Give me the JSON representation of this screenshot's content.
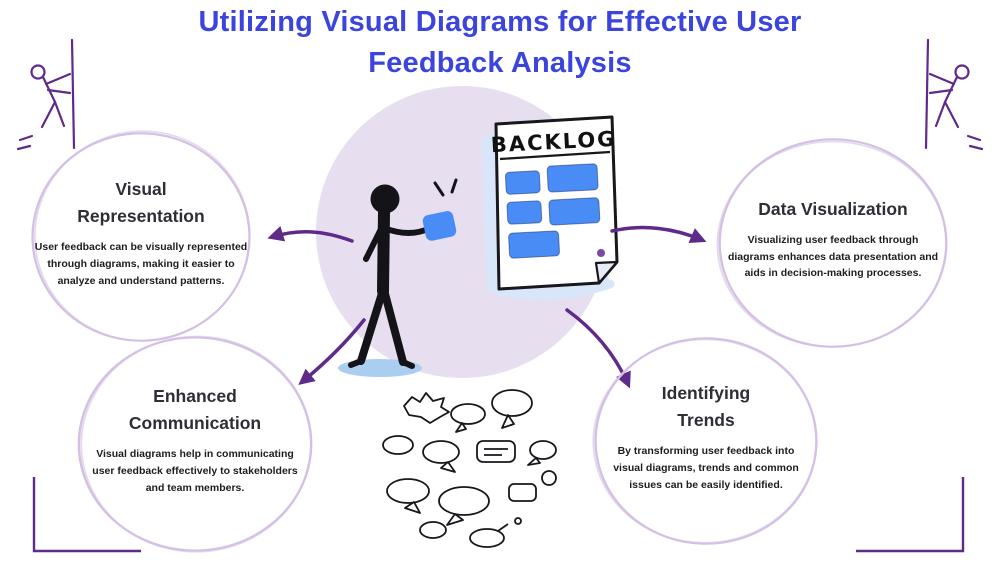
{
  "title": {
    "line1": "Utilizing Visual Diagrams for Effective User",
    "line2": "Feedback Analysis"
  },
  "center_illustration": {
    "backlog_label": "BACKLOG",
    "illustration": "person-holding-blue-sticky-note-beside-backlog-board",
    "doodles": [
      "corner-figure-top-left",
      "corner-figure-top-right",
      "speech-bubble-cluster",
      "corner-bracket-bottom-left",
      "corner-bracket-bottom-right"
    ]
  },
  "nodes": [
    {
      "title": "Visual Representation",
      "description": "User feedback can be visually represented through diagrams, making it easier to analyze and understand patterns."
    },
    {
      "title": "Data Visualization",
      "description": "Visualizing user feedback through diagrams enhances data presentation and aids in decision-making processes."
    },
    {
      "title": "Enhanced Communication",
      "description": "Visual diagrams help in communicating user feedback effectively to stakeholders and team members."
    },
    {
      "title": "Identifying Trends",
      "description": "By transforming user feedback into visual diagrams, trends and common issues can be easily identified."
    }
  ],
  "colors": {
    "title_text": "#3b45dc",
    "arrow": "#5e2b8a",
    "ring": "#d3c0e4",
    "center_blob": "#e7def0",
    "sticky_note_blue": "#4a8cf5",
    "heading_text": "#2e2e36",
    "body_text": "#1d1d22"
  }
}
